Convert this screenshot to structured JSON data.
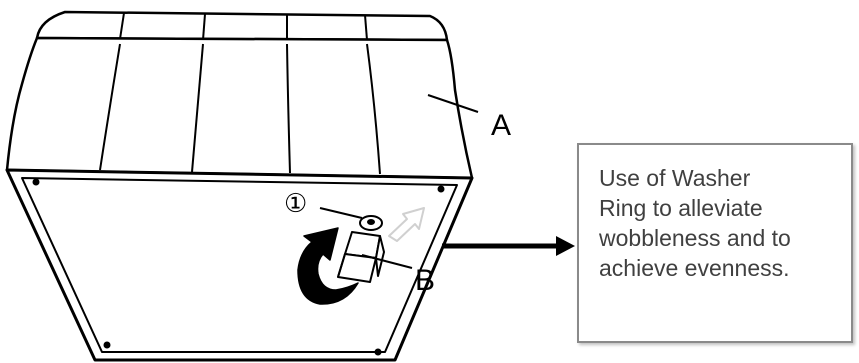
{
  "labels": {
    "a": "A",
    "b": "B",
    "step": "①"
  },
  "callout": {
    "lines": [
      "Use of Washer",
      "Ring to alleviate",
      "wobbleness and to",
      "achieve evenness."
    ]
  },
  "colors": {
    "line": "#000000",
    "box_border": "#8a8a8a",
    "callout_text": "#404040",
    "ghost_arrow": "#d0d0d0"
  }
}
